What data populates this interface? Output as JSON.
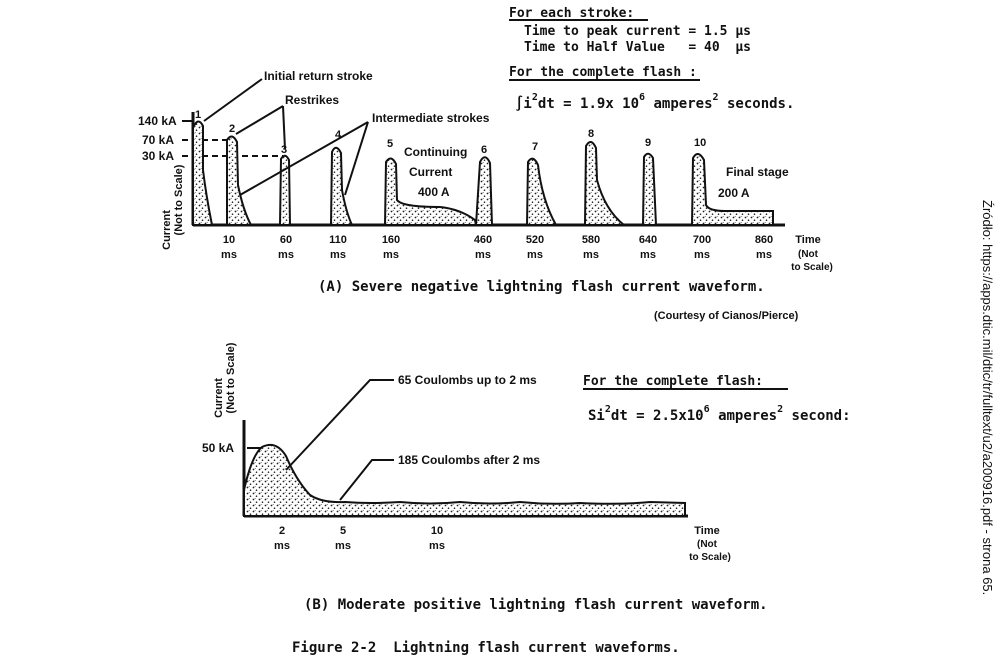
{
  "side_note": "Źródło: https://apps.dtic.mil/dtic/tr/fulltext/u2/a200916.pdf - strona 65.",
  "figure_caption": "Figure 2-2  Lightning flash current waveforms.",
  "panel_a": {
    "caption": "(A) Severe negative lightning flash current waveform.",
    "courtesy": "(Courtesy of Cianos/Pierce)",
    "each_stroke": {
      "heading": "For each stroke:",
      "line1": "Time to peak current = 1.5 μs",
      "line2": "Time to Half Value   = 40  μs"
    },
    "complete_flash": {
      "heading": "For the complete flash :",
      "formula_prefix": "∫i",
      "formula_sup": "2",
      "formula_mid": "dt = 1.9x 10",
      "formula_sup2": "6",
      "formula_units": " amperes",
      "formula_sup3": "2",
      "formula_end": " seconds."
    },
    "y_label_1": "Current",
    "y_label_2": "(Not to Scale)",
    "levels": [
      "140 kA",
      "70 kA",
      "30 kA"
    ],
    "x_ticks": [
      {
        "v": "10",
        "u": "ms"
      },
      {
        "v": "60",
        "u": "ms"
      },
      {
        "v": "110",
        "u": "ms"
      },
      {
        "v": "160",
        "u": "ms"
      },
      {
        "v": "460",
        "u": "ms"
      },
      {
        "v": "520",
        "u": "ms"
      },
      {
        "v": "580",
        "u": "ms"
      },
      {
        "v": "640",
        "u": "ms"
      },
      {
        "v": "700",
        "u": "ms"
      },
      {
        "v": "860",
        "u": "ms"
      }
    ],
    "time_label": [
      "Time",
      "(Not",
      "to Scale)"
    ],
    "stroke_numbers": [
      "1",
      "2",
      "3",
      "4",
      "5",
      "6",
      "7",
      "8",
      "9",
      "10"
    ],
    "annotations": {
      "initial": "Initial return stroke",
      "restrikes": "Restrikes",
      "intermediate": "Intermediate strokes",
      "continuing1": "Continuing",
      "continuing2": "Current",
      "continuing3": "400 A",
      "final1": "Final stage",
      "final2": "200 A"
    }
  },
  "panel_b": {
    "caption": "(B) Moderate positive lightning flash current waveform.",
    "complete_flash": {
      "heading": "For the complete flash:",
      "formula_prefix": "Si",
      "formula_sup": "2",
      "formula_mid": "dt = 2.5x10",
      "formula_sup2": "6",
      "formula_units": " amperes",
      "formula_sup3": "2",
      "formula_end": " second:"
    },
    "y_label_1": "Current",
    "y_label_2": "(Not to Scale)",
    "peak_level": "50 kA",
    "note_65": "65 Coulombs up to 2 ms",
    "note_185": "185 Coulombs after 2 ms",
    "x_ticks": [
      {
        "v": "2",
        "u": "ms"
      },
      {
        "v": "5",
        "u": "ms"
      },
      {
        "v": "10",
        "u": "ms"
      }
    ],
    "time_label": [
      "Time",
      "(Not",
      "to Scale)"
    ]
  }
}
